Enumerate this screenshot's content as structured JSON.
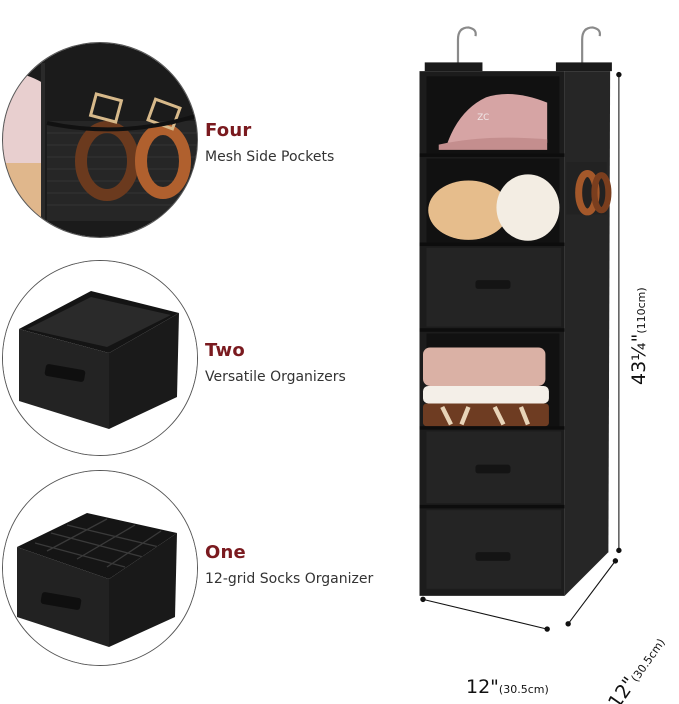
{
  "features": [
    {
      "title": "Four",
      "subtitle": "Mesh Side Pockets",
      "icon": "mesh-pocket-belts-image"
    },
    {
      "title": "Two",
      "subtitle": "Versatile Organizers",
      "icon": "storage-box-image"
    },
    {
      "title": "One",
      "subtitle": "12-grid Socks Organizer",
      "icon": "grid-socks-box-image"
    }
  ],
  "dimensions": {
    "height": {
      "imperial": "43¼\"",
      "metric": "(110cm)"
    },
    "width": {
      "imperial": "12\"",
      "metric": "(30.5cm)"
    },
    "depth": {
      "imperial": "12\"",
      "metric": "(30.5cm)"
    }
  },
  "colors": {
    "accent_title": "#7a1a1f",
    "organizer_fabric": "#1e1e1e",
    "text": "#333333"
  }
}
